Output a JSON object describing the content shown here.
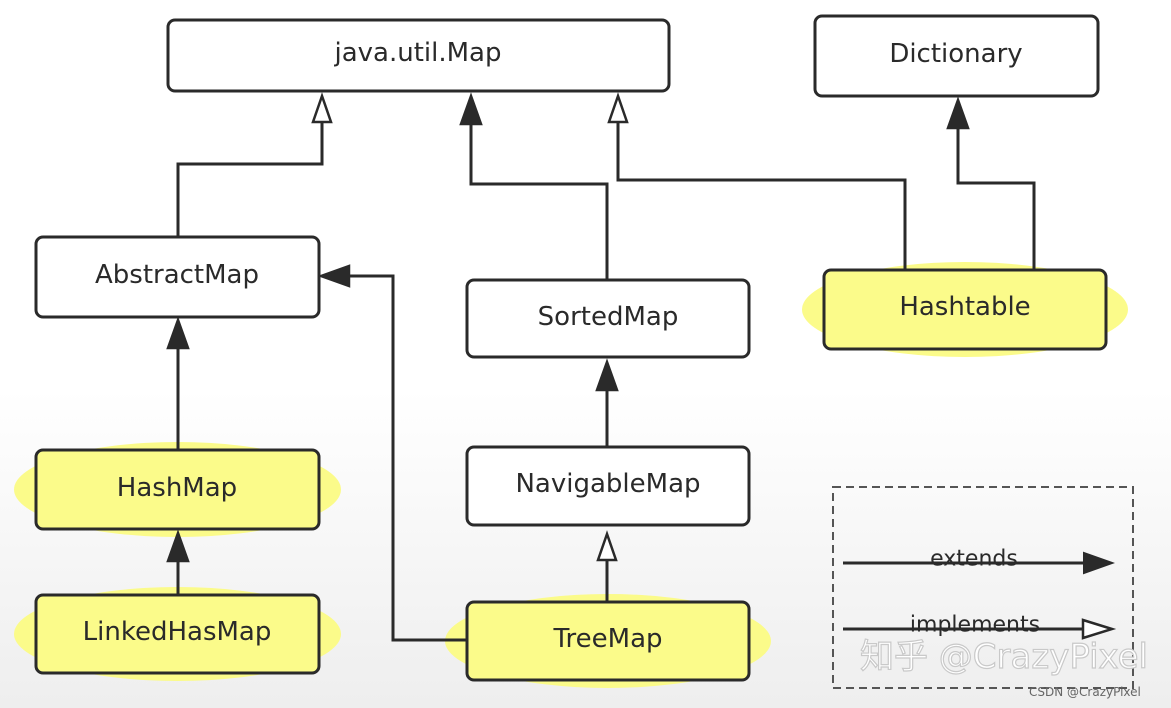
{
  "diagram": {
    "nodes": {
      "map": {
        "label": "java.util.Map",
        "highlight": false
      },
      "dictionary": {
        "label": "Dictionary",
        "highlight": false
      },
      "abstract_map": {
        "label": "AbstractMap",
        "highlight": false
      },
      "sorted_map": {
        "label": "SortedMap",
        "highlight": false
      },
      "hashtable": {
        "label": "Hashtable",
        "highlight": true
      },
      "hash_map": {
        "label": "HashMap",
        "highlight": true
      },
      "navigable_map": {
        "label": "NavigableMap",
        "highlight": false
      },
      "linked_hash_map": {
        "label": "LinkedHasMap",
        "highlight": true
      },
      "tree_map": {
        "label": "TreeMap",
        "highlight": true
      }
    },
    "edges": [
      {
        "from": "abstract_map",
        "to": "map",
        "kind": "implements"
      },
      {
        "from": "sorted_map",
        "to": "map",
        "kind": "extends"
      },
      {
        "from": "hashtable",
        "to": "map",
        "kind": "implements"
      },
      {
        "from": "hashtable",
        "to": "dictionary",
        "kind": "extends"
      },
      {
        "from": "hash_map",
        "to": "abstract_map",
        "kind": "extends"
      },
      {
        "from": "linked_hash_map",
        "to": "hash_map",
        "kind": "extends"
      },
      {
        "from": "tree_map",
        "to": "abstract_map",
        "kind": "extends"
      },
      {
        "from": "navigable_map",
        "to": "sorted_map",
        "kind": "extends"
      },
      {
        "from": "tree_map",
        "to": "navigable_map",
        "kind": "implements"
      }
    ],
    "legend": {
      "extends_label": "extends",
      "implements_label": "implements"
    },
    "colors": {
      "highlight": "#fbfb8a",
      "box_fill": "#ffffff",
      "stroke": "#2a2a2a"
    }
  },
  "watermark": {
    "main": "知乎 @CrazyPixel",
    "small": "CSDN @CrazyPixel"
  }
}
